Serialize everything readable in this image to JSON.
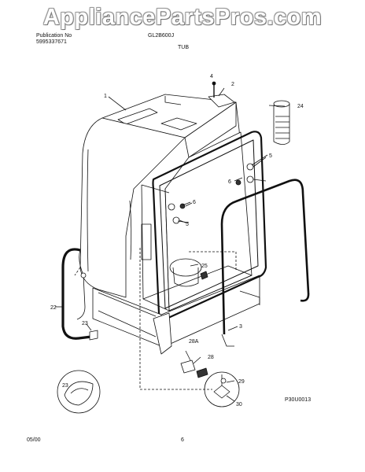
{
  "watermark": "AppliancePartsPros.com",
  "header": {
    "publication_label": "Publication No",
    "publication_number": "5995337671",
    "model": "GL2B600J",
    "section_title": "TUB"
  },
  "diagram": {
    "callouts": [
      "1",
      "2",
      "3",
      "4",
      "5",
      "5",
      "6",
      "6",
      "22",
      "23",
      "23",
      "24",
      "25",
      "28",
      "28A",
      "29",
      "30"
    ],
    "figure_code": "P30U0013"
  },
  "footer": {
    "date": "05/00",
    "page": "6"
  }
}
